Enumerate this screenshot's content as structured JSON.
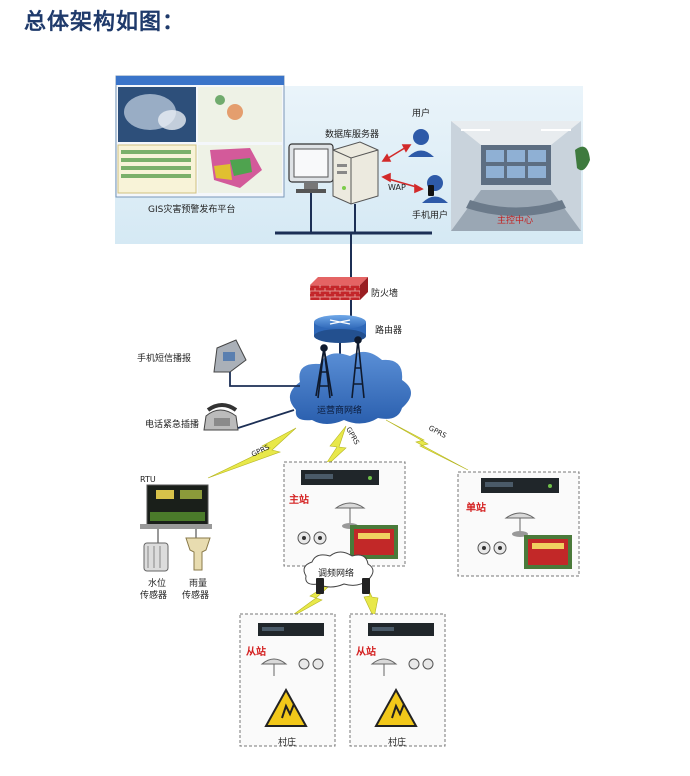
{
  "title": "总体架构如图：",
  "top_panel": {
    "gis_label": "GIS灾害预警发布平台",
    "db_server": "数据库服务器",
    "user": "用户",
    "wap": "WAP",
    "mobile_user": "手机用户",
    "control_center": "主控中心"
  },
  "network": {
    "firewall": "防火墙",
    "router": "路由器",
    "carrier_network": "运营商网络",
    "sms_broadcast": "手机短信播报",
    "phone_broadcast": "电话紧急插播",
    "gprs": "GPRS"
  },
  "stations": {
    "rtu": "RTU",
    "water_sensor_1": "水位",
    "water_sensor_2": "传感器",
    "rain_sensor_1": "雨量",
    "rain_sensor_2": "传感器",
    "main_station": "主站",
    "single_station": "单站",
    "fm_network": "调频网络",
    "sub_station": "从站",
    "village": "村庄"
  }
}
